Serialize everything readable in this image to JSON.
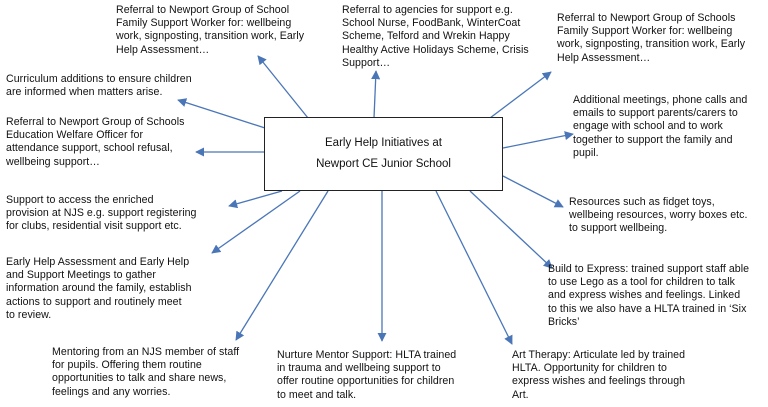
{
  "center": {
    "line1": "Early Help Initiatives at",
    "line2": "Newport CE Junior School"
  },
  "notes": {
    "top_left": "Referral to Newport Group of School\nFamily Support Worker for: wellbeing\nwork, signposting, transition work, Early\nHelp Assessment…",
    "top_center": "Referral to agencies for support e.g.\nSchool Nurse, FoodBank, WinterCoat\nScheme, Telford and Wrekin Happy\nHealthy Active Holidays Scheme, Crisis\nSupport…",
    "top_right": "Referral to Newport Group of Schools\nFamily Support Worker for: wellbeing\nwork, signposting, transition work, Early\nHelp Assessment…",
    "curriculum": "Curriculum additions to ensure children\nare informed when matters arise.",
    "welfare": "Referral to Newport Group of Schools\nEducation Welfare Officer for\nattendance support, school refusal,\nwellbeing support…",
    "meetings": "Additional meetings, phone calls and\nemails to support parents/carers to\nengage with school and to work\ntogether to support the family and\npupil.",
    "enriched": "Support to access the enriched\nprovision at NJS e.g. support registering\nfor clubs, residential visit support etc.",
    "resources": "Resources such as fidget toys,\nwellbeing resources, worry boxes etc.\nto support wellbeing.",
    "assessment": "Early Help Assessment and Early Help\nand Support Meetings to gather\ninformation around the family, establish\nactions to support and routinely meet\nto review.",
    "build": "Build to Express: trained support staff able\nto use Lego as a tool for children to talk\nand express wishes and feelings.  Linked\nto this we also have a HLTA trained in ‘Six\nBricks’",
    "mentoring": "Mentoring from an NJS member of staff\nfor pupils.  Offering them routine\nopportunities to talk and share news,\nfeelings and any worries.",
    "nurture": "Nurture Mentor Support: HLTA trained\nin trauma and wellbeing support to\noffer routine opportunities for children\nto meet and talk.",
    "art": "Art Therapy: Articulate led by trained\nHLTA.  Opportunity for children to\nexpress wishes and feelings through\nArt."
  },
  "colors": {
    "arrow": "#4a76b8",
    "box_border": "#222222",
    "text": "#111111"
  }
}
